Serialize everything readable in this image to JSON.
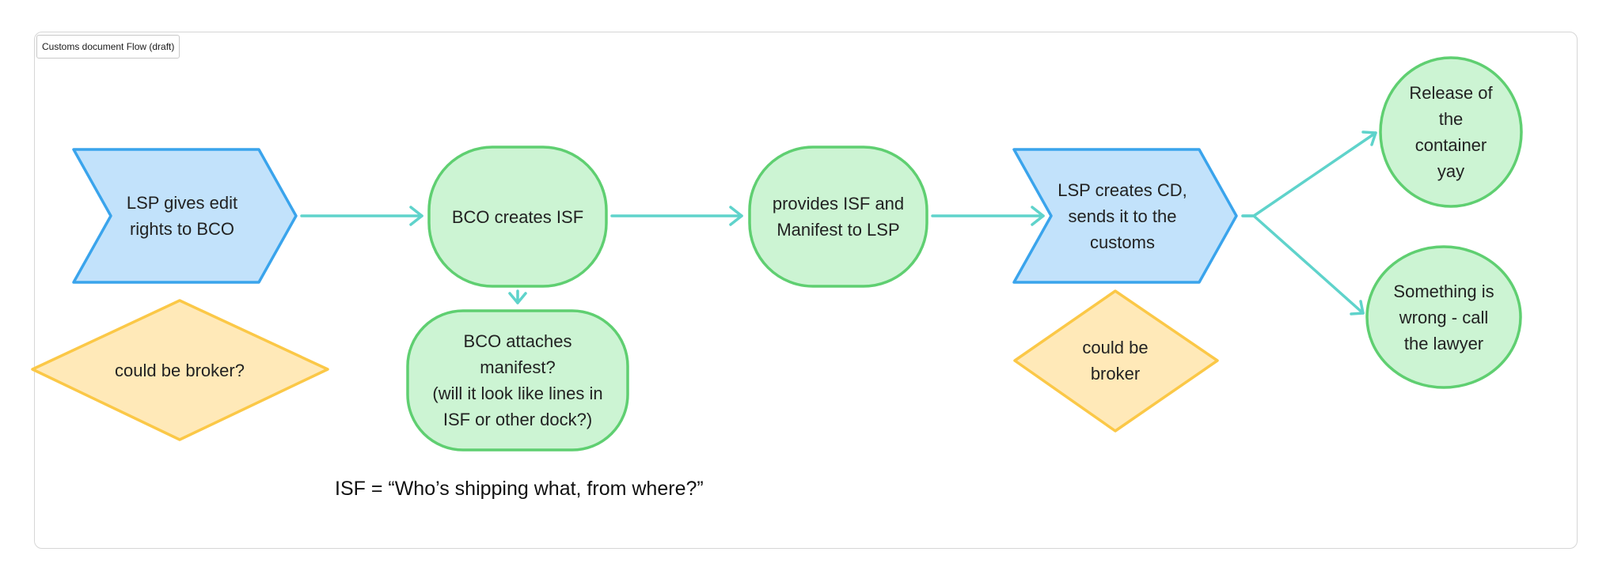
{
  "frame": {
    "title": "Customs document Flow (draft)"
  },
  "nodes": {
    "lsp_gives": "LSP gives edit\nrights to BCO",
    "bco_creates": "BCO creates ISF",
    "provides": "provides ISF and\nManifest to LSP",
    "lsp_creates": "LSP creates CD,\nsends it to the\ncustoms",
    "release": "Release of\nthe\ncontainer\nyay",
    "wrong": "Something is\nwrong - call\nthe lawyer",
    "broker1": "could be broker?",
    "attaches": "BCO attaches\nmanifest?\n(will it look like lines in\nISF or other dock?)",
    "broker2": "could be\nbroker"
  },
  "note": "ISF = “Who’s shipping what, from where?”",
  "colors": {
    "blue_fill": "#c2e2fb",
    "blue_stroke": "#3aa4ec",
    "green_fill": "#ccf4d3",
    "green_stroke": "#5fcf71",
    "yellow_fill": "#ffe9b8",
    "yellow_stroke": "#fbc847",
    "arrow": "#5fd3cb"
  }
}
